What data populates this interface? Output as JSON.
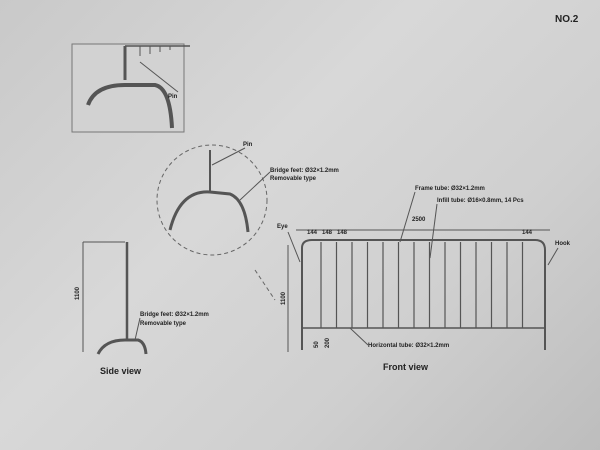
{
  "sheet_number": "NO.2",
  "detail": {
    "pin_label": "Pin"
  },
  "bridge_detail": {
    "pin_label": "Pin",
    "feet_label": "Bridge feet: Ø32×1.2mm",
    "removable_label": "Removable type"
  },
  "side_view": {
    "title": "Side view",
    "height_dim": "1100",
    "feet_label": "Bridge feet: Ø32×1.2mm",
    "removable_label": "Removable type"
  },
  "front_view": {
    "title": "Front view",
    "frame_tube": "Frame tube: Ø32×1.2mm",
    "infill_tube": "Infill tube: Ø16×0.8mm, 14 Pcs",
    "horizontal_tube": "Horizontal tube: Ø32×1.2mm",
    "eye_label": "Eye",
    "hook_label": "Hook",
    "width_dim": "2500",
    "spacing_dims": [
      "144",
      "148",
      "148"
    ],
    "right_spacing_dim": "144",
    "height_dim": "1100",
    "foot_dims": [
      "50",
      "200"
    ]
  }
}
